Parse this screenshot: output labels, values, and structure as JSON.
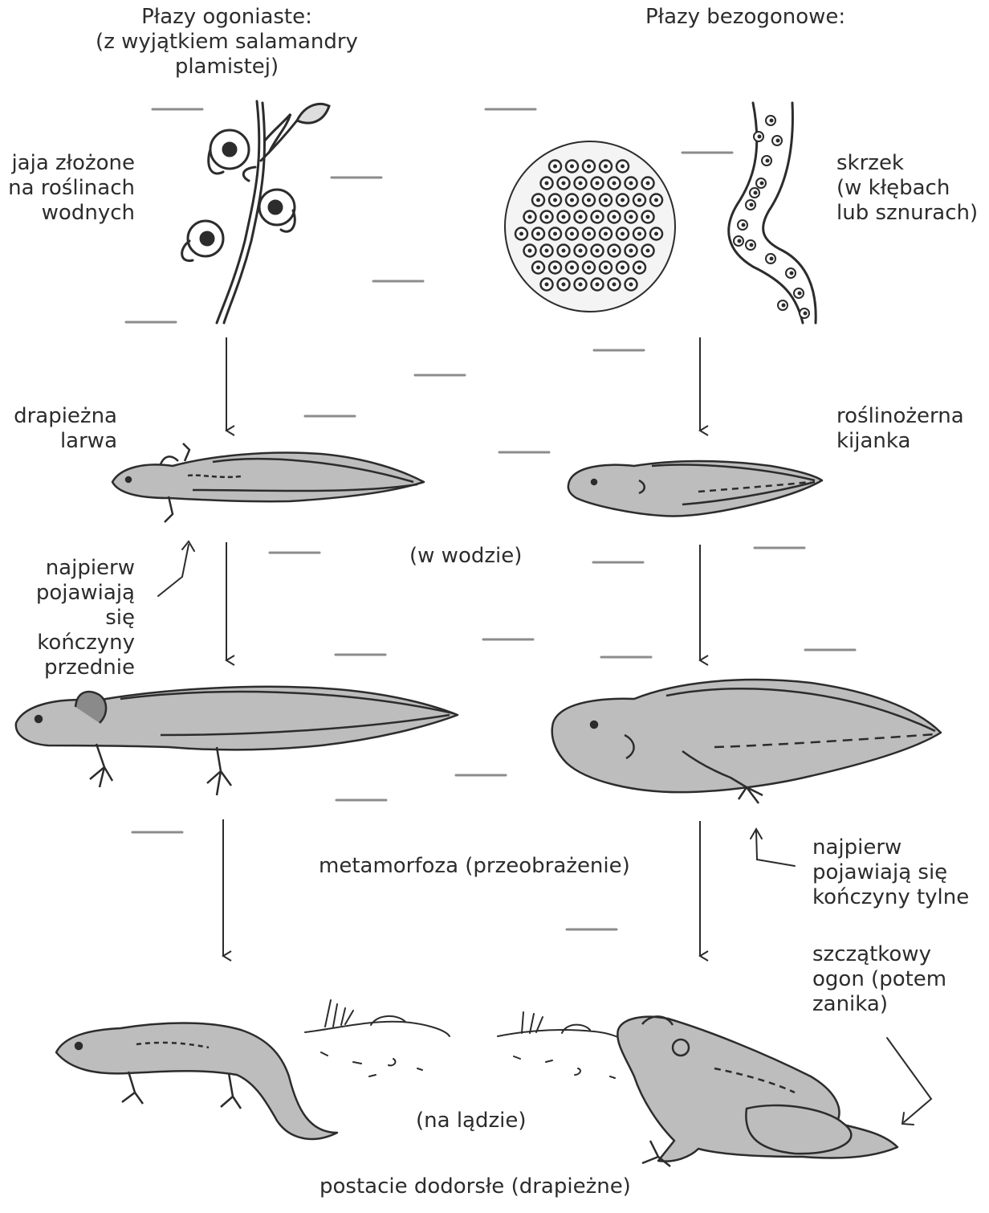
{
  "headers": {
    "left": "Płazy ogoniaste:\n(z wyjątkiem salamandry plamistej)",
    "right": "Płazy bezogonowe:"
  },
  "labels": {
    "eggs_left": "jaja złożone\nna roślinach\nwodnych",
    "eggs_right": "skrzek\n(w kłębach\nlub sznurach)",
    "larva_left": "drapieżna\nlarwa",
    "larva_right": "roślinożerna\nkijanka",
    "in_water": "(w wodzie)",
    "forelimbs_first": "najpierw\npojawiają się\nkończyny\nprzednie",
    "metamorphosis": "metamorfoza (przeobrażenie)",
    "hindlimbs_first": "najpierw\npojawiają się\nkończyny tylne",
    "vestigial_tail": "szczątkowy\nogon (potem\nzanika)",
    "on_land": "(na lądzie)",
    "adults": "postacie dodorsłe (drapieżne)"
  },
  "colors": {
    "ink": "#2c2c2c",
    "body_fill": "#bdbdbd",
    "water_dash": "#8c8c8c"
  },
  "icons": {
    "eggs_on_plant": "plant-with-eggs-icon",
    "frogspawn": "frogspawn-icon",
    "salamander_larva": "salamander-larva-icon",
    "tadpole": "tadpole-icon",
    "salamander_adult": "salamander-icon",
    "frog_adult": "frog-icon"
  }
}
